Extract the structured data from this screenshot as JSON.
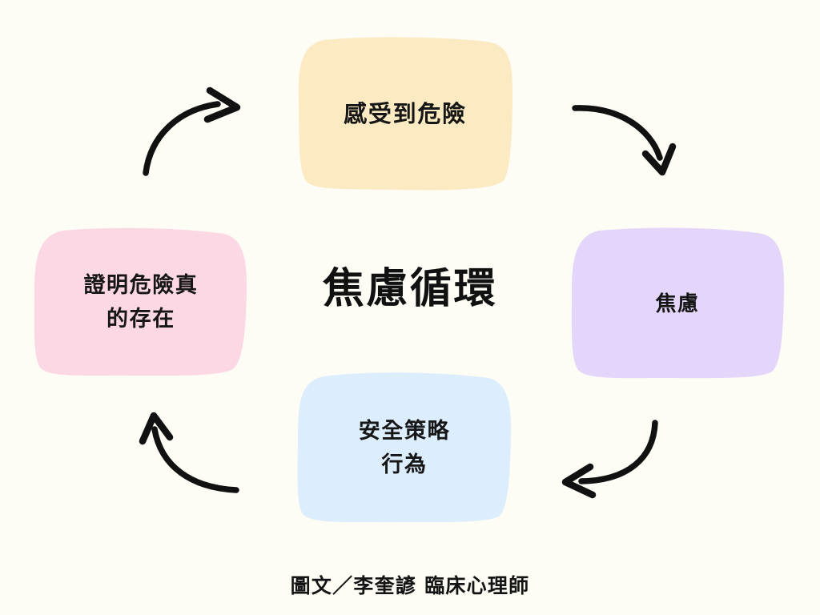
{
  "page": {
    "background_color": "#fdfcf5",
    "title": "焦慮循環"
  },
  "center": {
    "title": "焦慮循環"
  },
  "nodes": [
    {
      "id": "feel-danger",
      "label": "感受到危險",
      "color": "#fceac3",
      "position": "top"
    },
    {
      "id": "anxiety",
      "label": "焦慮",
      "color": "#e4d6fb",
      "position": "right"
    },
    {
      "id": "safety-behavior",
      "label": "安全策略\n行為",
      "color": "#dceefd",
      "position": "bottom"
    },
    {
      "id": "prove-danger",
      "label": "證明危險真\n的存在",
      "color": "#fcd8e4",
      "position": "left"
    }
  ],
  "arrows": [
    {
      "id": "feel-danger-to-anxiety",
      "from": "feel-danger",
      "to": "anxiety",
      "color": "#111111"
    },
    {
      "id": "anxiety-to-safety-behavior",
      "from": "anxiety",
      "to": "safety-behavior",
      "color": "#111111"
    },
    {
      "id": "safety-behavior-to-prove-danger",
      "from": "safety-behavior",
      "to": "prove-danger",
      "color": "#111111"
    },
    {
      "id": "prove-danger-to-feel-danger",
      "from": "prove-danger",
      "to": "feel-danger",
      "color": "#111111"
    }
  ],
  "credit": {
    "text": "圖文／李奎諺 臨床心理師"
  }
}
